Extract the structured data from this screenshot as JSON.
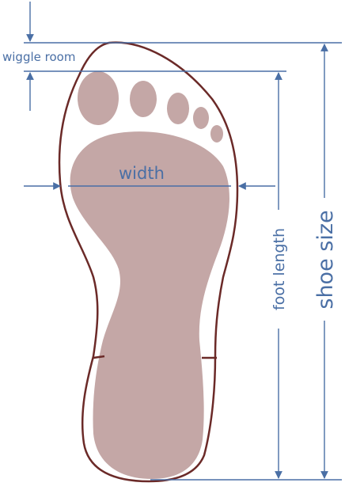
{
  "labels": {
    "wiggle_room": "wiggle room",
    "width": "width",
    "foot_length": "foot length",
    "shoe_size": "shoe size"
  },
  "colors": {
    "measure_lines": "#4a6fa5",
    "shoe_outline": "#6b2a28",
    "foot_fill": "#c4a7a6",
    "background": "#ffffff"
  }
}
